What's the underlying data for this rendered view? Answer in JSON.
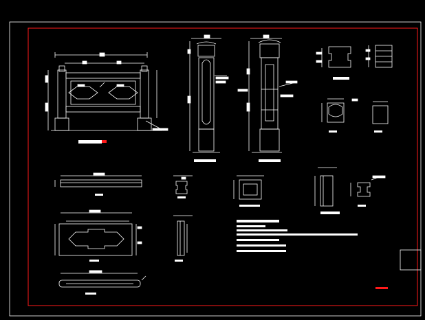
{
  "drawing": {
    "background": "#000000",
    "line_color": "#ffffff",
    "frame_color": "#ff0000",
    "dim_color": "#00ff00",
    "highlight_color": "#ff0000"
  },
  "views": [
    {
      "id": "railing-elevation",
      "title": "",
      "note": "",
      "has_red_marker": true
    },
    {
      "id": "post-front",
      "title": ""
    },
    {
      "id": "post-side",
      "title": ""
    },
    {
      "id": "post-top-section",
      "title": ""
    },
    {
      "id": "post-section-1",
      "title": ""
    },
    {
      "id": "post-section-2",
      "title": ""
    },
    {
      "id": "handrail-elevation",
      "title": ""
    },
    {
      "id": "handrail-section-a",
      "title": ""
    },
    {
      "id": "handrail-section-b",
      "title": ""
    },
    {
      "id": "baluster-plan",
      "title": ""
    },
    {
      "id": "panel-elevation",
      "title": ""
    },
    {
      "id": "panel-section",
      "title": ""
    },
    {
      "id": "bottom-rail",
      "title": ""
    }
  ],
  "notes_block": {
    "line_count": 7
  },
  "title_block": {
    "present": true
  }
}
